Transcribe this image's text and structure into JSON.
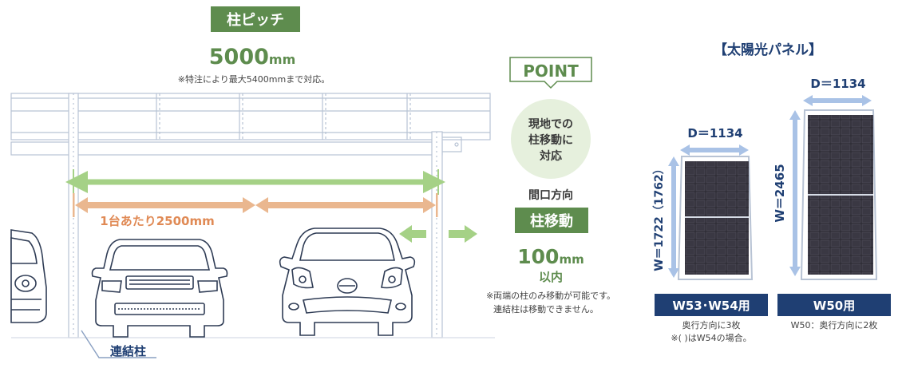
{
  "pitch": {
    "badge": "柱ピッチ",
    "value_number": "5000",
    "value_unit": "mm",
    "note": "※特注により最大5400mmまで対応。"
  },
  "car_span_label": "1台あたり2500mm",
  "connector_label": "連結柱",
  "point": {
    "badge": "POINT",
    "circle_lines": [
      "現地での",
      "柱移動に",
      "対応"
    ],
    "direction_label": "間口方向",
    "move_badge": "柱移動",
    "move_number": "100",
    "move_unit": "mm",
    "move_suffix": "以内",
    "notes": [
      "※両端の柱のみ移動が可能です。",
      "連結柱は移動できません。"
    ]
  },
  "panel": {
    "title": "【太陽光パネル】",
    "small": {
      "depth_label": "D＝1134",
      "width_label": "W＝1722（1762）",
      "badge": "W53･W54用",
      "notes": [
        "奥行方向に3枚",
        "※(  )はW54の場合。"
      ]
    },
    "large": {
      "depth_label": "D＝1134",
      "width_label": "W＝2465",
      "badge": "W50用",
      "notes": [
        "W50：奥行方向に2枚"
      ]
    }
  },
  "colors": {
    "green_dark": "#5e8c4e",
    "green_arrow": "#a5d186",
    "orange_arrow": "#eab78f",
    "orange_text": "#e08a55",
    "navy": "#1f3f73",
    "blue_arrow": "#a9c2e6",
    "structure_line": "#b8c3d4",
    "point_circle": "#e6f0dd"
  }
}
